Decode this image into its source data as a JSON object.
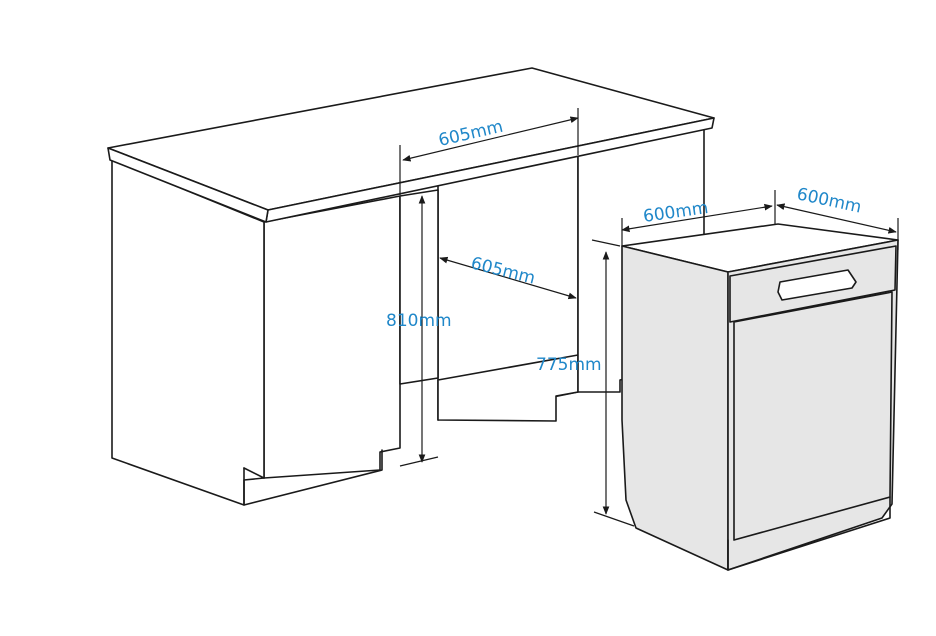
{
  "colors": {
    "label": "#1f87c9",
    "line": "#1a1a1a",
    "appliance_fill": "#e6e6e6",
    "background": "#ffffff"
  },
  "dimensions": {
    "cavity_width_top": "605mm",
    "cavity_depth": "605mm",
    "cavity_height": "810mm",
    "appliance_width": "600mm",
    "appliance_depth": "600mm",
    "appliance_height": "775mm"
  }
}
